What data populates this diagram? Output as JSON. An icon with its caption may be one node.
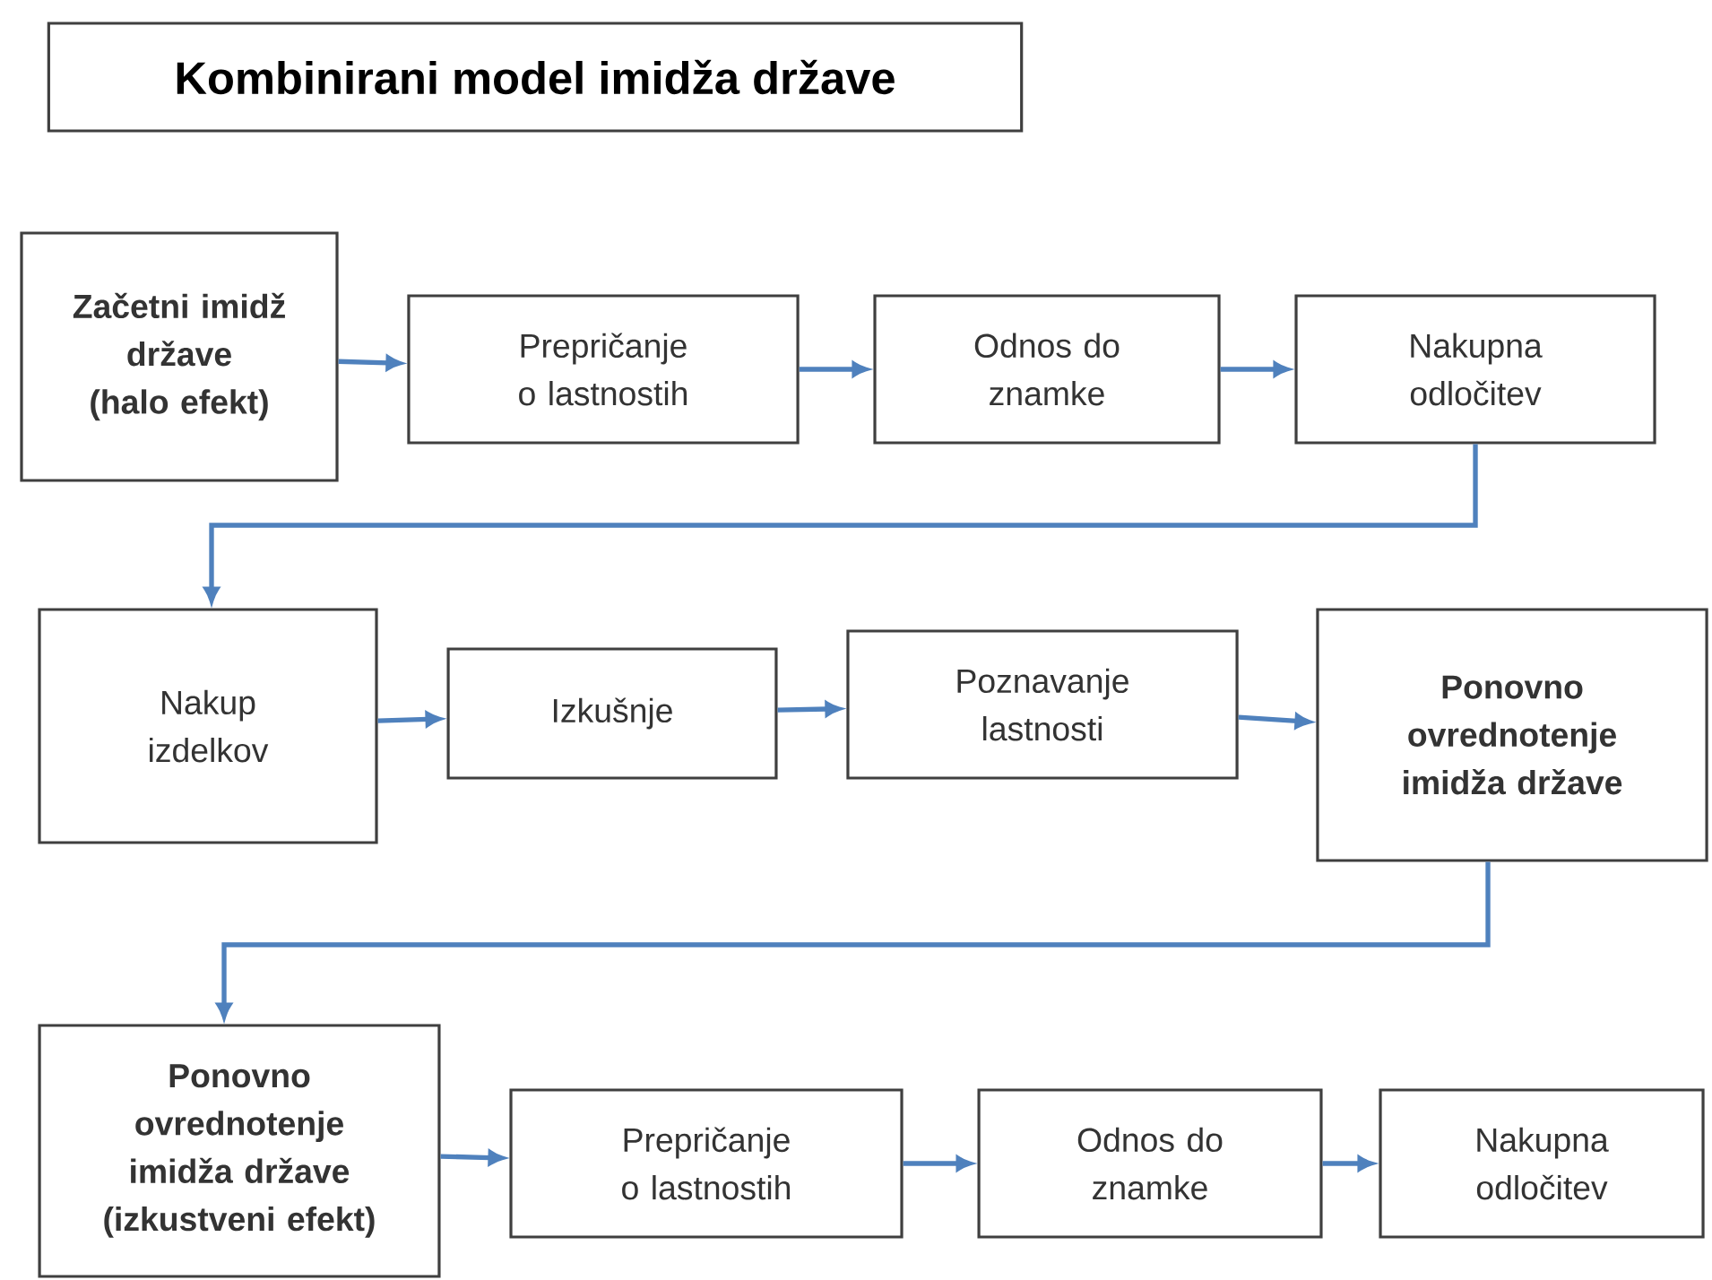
{
  "diagram": {
    "title": "Kombinirani model imidža države",
    "nodes": [
      {
        "text": [
          "Začetni imidž države (halo efekt)"
        ]
      },
      {
        "text": [
          "Prepričanje o lastnostih"
        ]
      },
      {
        "text": [
          "Odnos do znamke"
        ]
      },
      {
        "text": [
          "Nakupna odločitev"
        ]
      },
      {
        "text": [
          "Nakup izdelkov"
        ]
      },
      {
        "text": [
          "Izkušnje"
        ]
      },
      {
        "text": [
          "Poznavanje lastnosti"
        ]
      },
      {
        "text": [
          "Ponovno ovrednotenje imidža države"
        ]
      },
      {
        "text": [
          "Ponovno ovrednotenje imidža države (izkustveni efekt)"
        ]
      },
      {
        "text": [
          "Prepričanje o lastnostih"
        ]
      },
      {
        "text": [
          "Odnos do znamke"
        ]
      },
      {
        "text": [
          "Nakupna odločitev"
        ]
      }
    ],
    "edges": [
      {
        "from": 0,
        "to": 1,
        "arrow": "to"
      },
      {
        "from": 1,
        "to": 2,
        "arrow": "to"
      },
      {
        "from": 2,
        "to": 3,
        "arrow": "to"
      },
      {
        "from": 3,
        "to": 4,
        "arrow": "to"
      },
      {
        "from": 4,
        "to": 5,
        "arrow": "to"
      },
      {
        "from": 5,
        "to": 6,
        "arrow": "to"
      },
      {
        "from": 6,
        "to": 7,
        "arrow": "to"
      },
      {
        "from": 7,
        "to": 8,
        "arrow": "to"
      },
      {
        "from": 8,
        "to": 9,
        "arrow": "to"
      },
      {
        "from": 9,
        "to": 10,
        "arrow": "to"
      },
      {
        "from": 10,
        "to": 11,
        "arrow": "to"
      }
    ]
  }
}
